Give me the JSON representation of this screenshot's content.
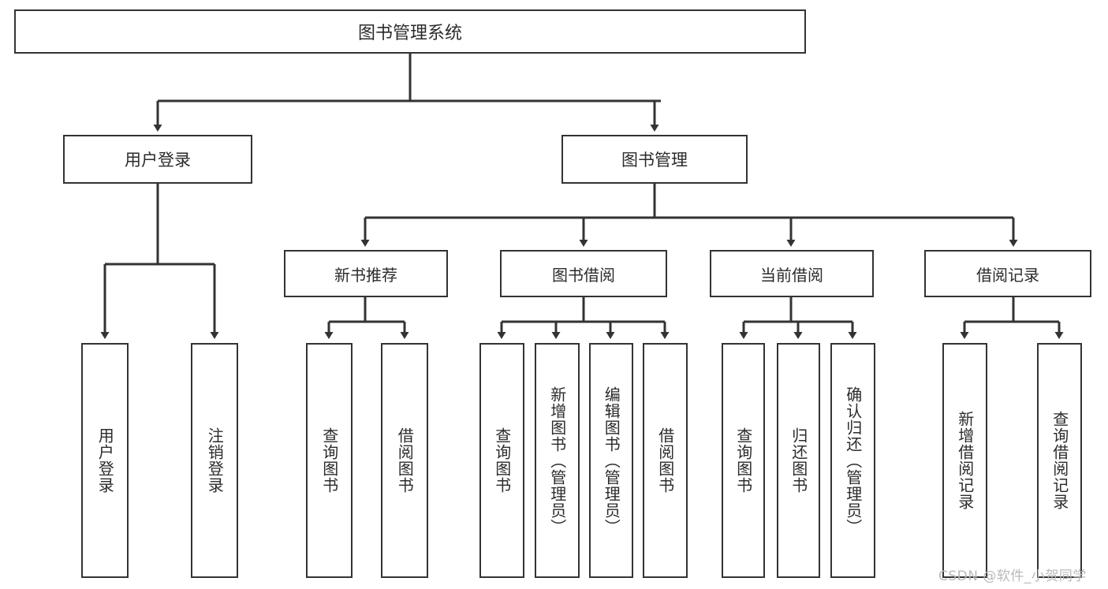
{
  "diagram": {
    "title": "图书管理系统",
    "type": "tree",
    "watermark": "CSDN @软件_小贺同学",
    "colors": {
      "background": "#ffffff",
      "stroke": "#333333",
      "text": "#2b2b2b",
      "watermark": "#b9b9b9"
    },
    "root": {
      "label": "图书管理系统"
    },
    "level2": [
      {
        "label": "用户登录"
      },
      {
        "label": "图书管理"
      }
    ],
    "level3": [
      {
        "label": "新书推荐"
      },
      {
        "label": "图书借阅"
      },
      {
        "label": "当前借阅"
      },
      {
        "label": "借阅记录"
      }
    ],
    "leaves": {
      "user_login": [
        {
          "label": "用户登录"
        },
        {
          "label": "注销登录"
        }
      ],
      "new_book_recommend": [
        {
          "label": "查询图书"
        },
        {
          "label": "借阅图书"
        }
      ],
      "book_borrow": [
        {
          "label": "查询图书"
        },
        {
          "label": "新增图书（管理员）"
        },
        {
          "label": "编辑图书（管理员）"
        },
        {
          "label": "借阅图书"
        }
      ],
      "current_borrow": [
        {
          "label": "查询图书"
        },
        {
          "label": "归还图书"
        },
        {
          "label": "确认归还（管理员）"
        }
      ],
      "borrow_records": [
        {
          "label": "新增借阅记录"
        },
        {
          "label": "查询借阅记录"
        }
      ]
    }
  }
}
